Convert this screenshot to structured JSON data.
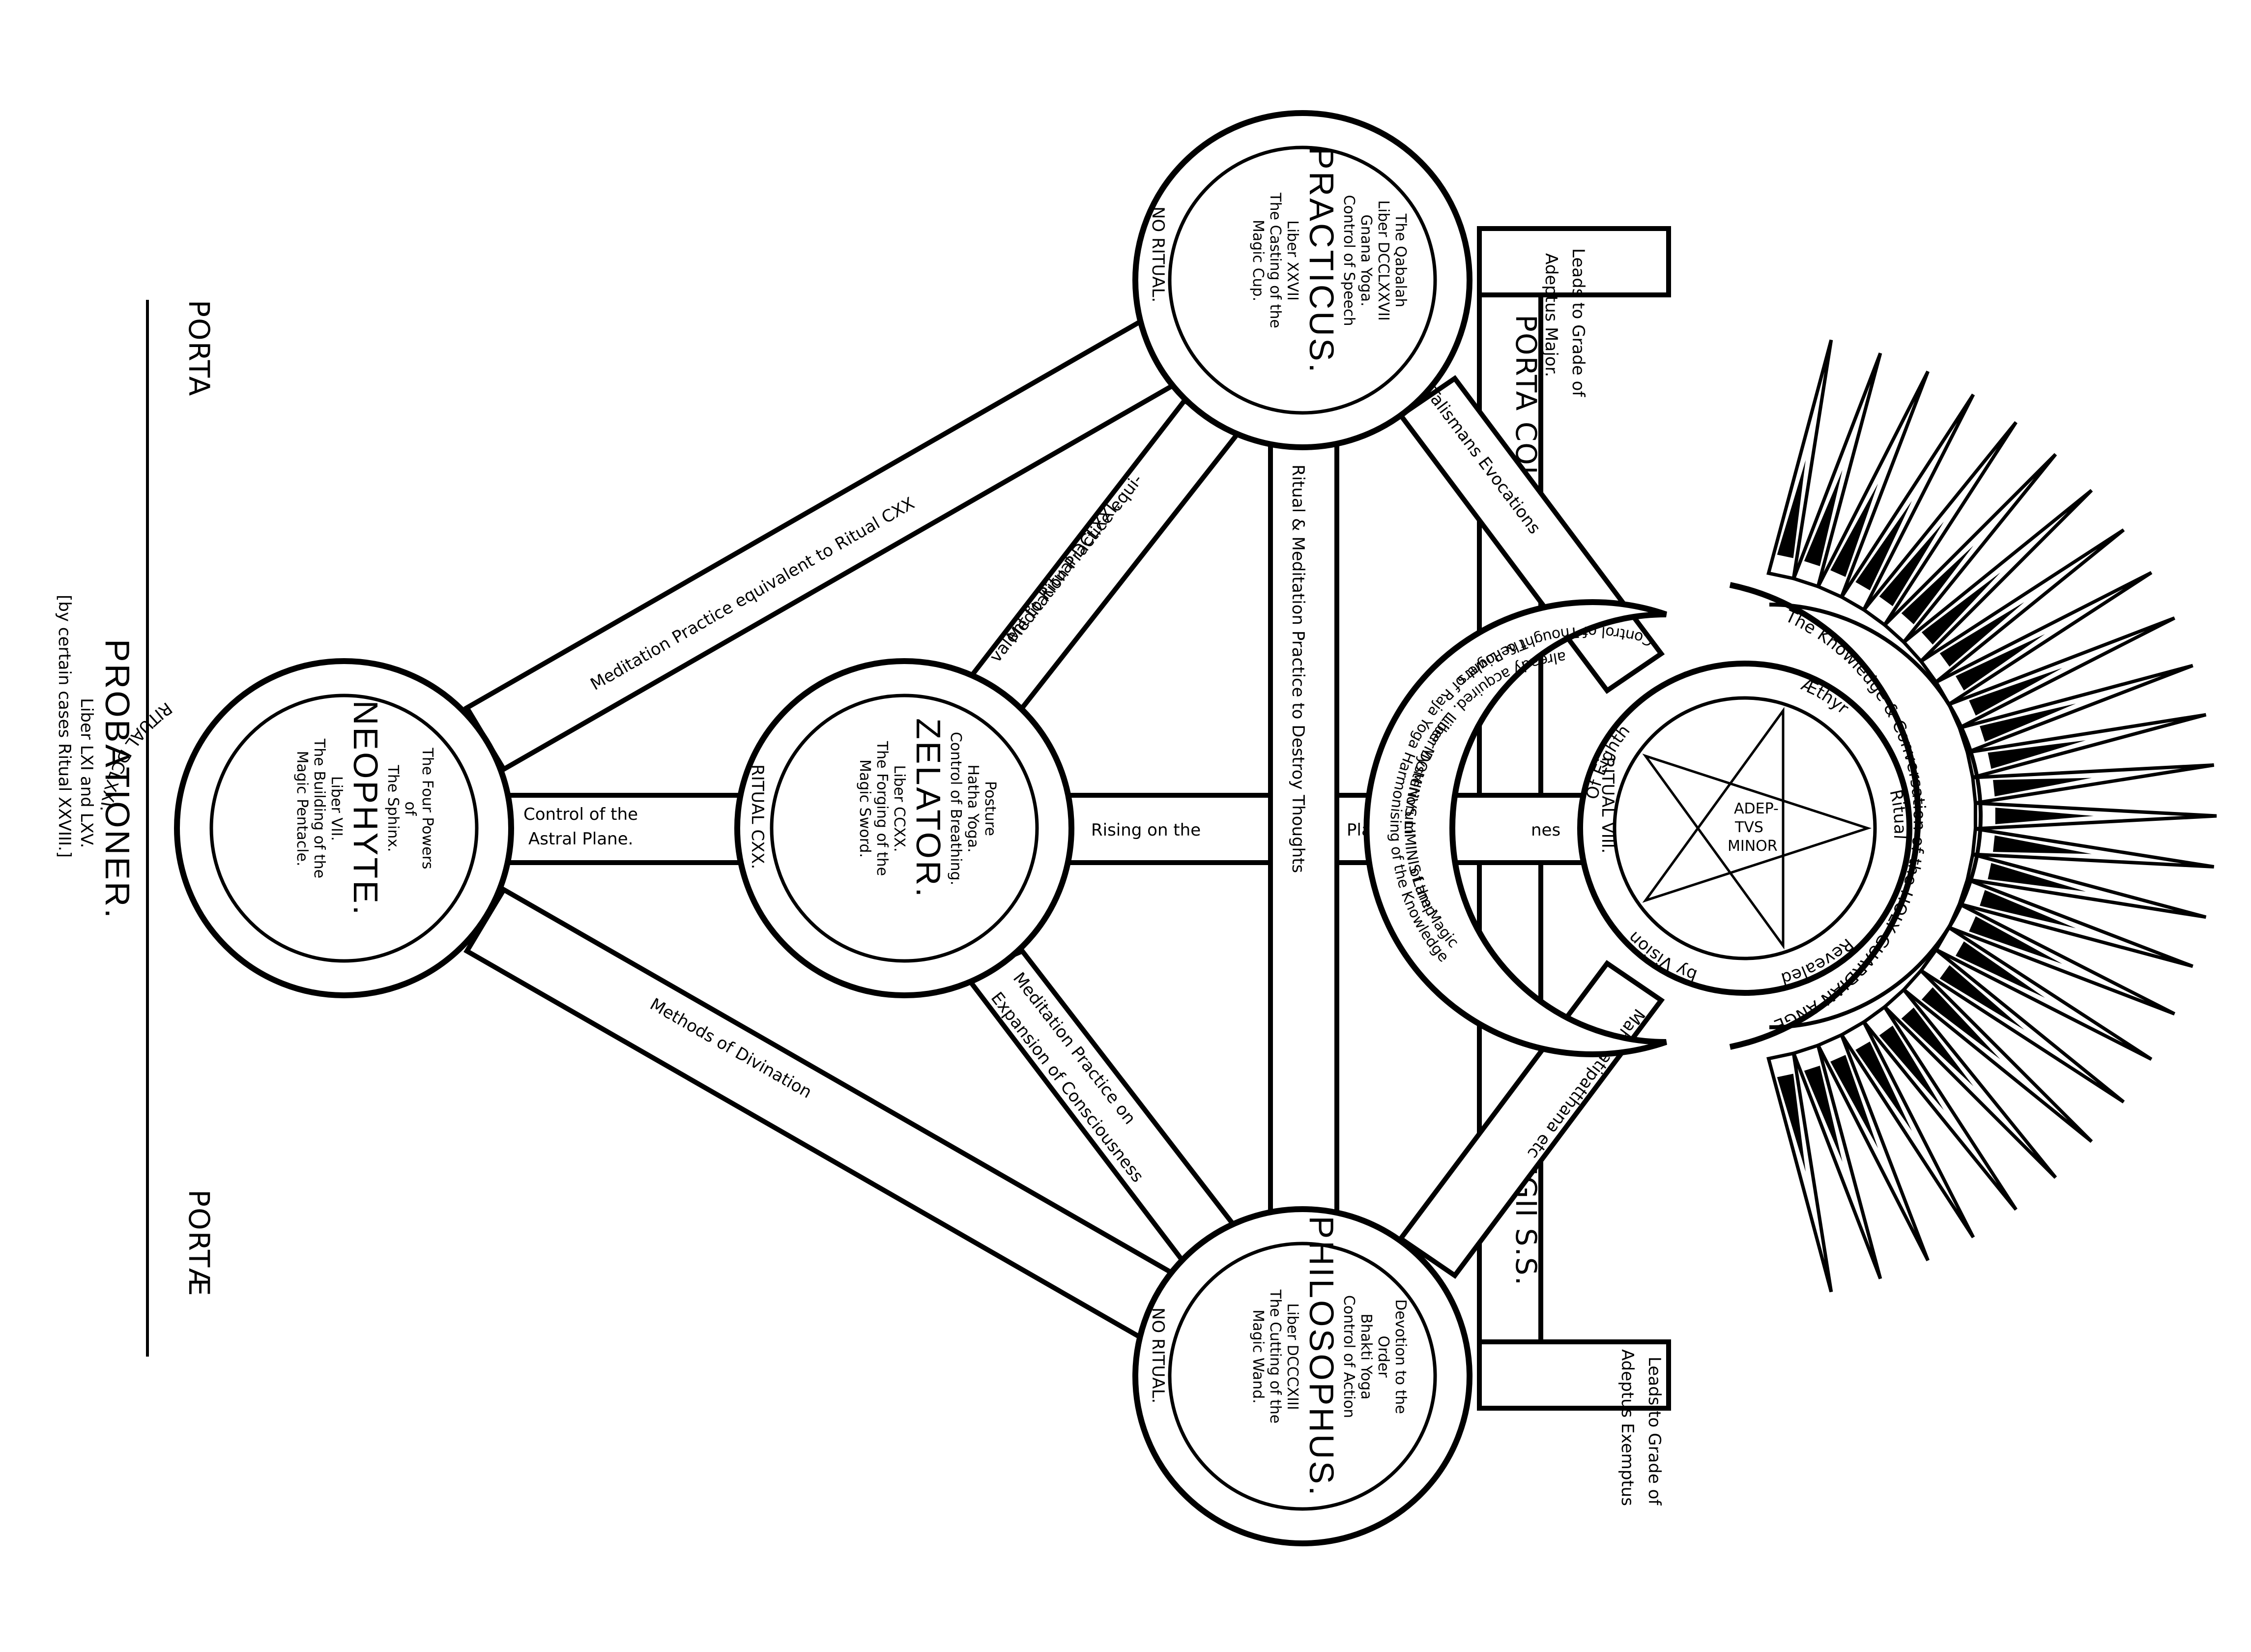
{
  "side_labels": {
    "porta": "PORTA",
    "portae": "PORTÆ",
    "probationer_title": "PROBATIONER.",
    "probationer_books": "Liber LXI and LXV.",
    "probationer_note": "[by certain cases Ritual XXVIII.]"
  },
  "grades": {
    "neophyte": {
      "title": "NEOPHYTE.",
      "lines": [
        "The Four Powers",
        "of",
        "The Sphinx.",
        "Liber VII.",
        "The Building of the",
        "Magic Pentacle."
      ],
      "ritual": "RITUAL DCLXXI."
    },
    "zelator": {
      "title": "ZELATOR.",
      "lines": [
        "Posture",
        "Hatha Yoga.",
        "Control of Breathing.",
        "Liber CCXX.",
        "The Forging of the",
        "Magic Sword."
      ],
      "ritual": "RITUAL CXX."
    },
    "practicus": {
      "title": "PRACTICUS.",
      "lines": [
        "The Qabalah",
        "Liber DCCLXXVII",
        "Gnana Yoga.",
        "Control of Speech",
        "Liber XXVII",
        "The Casting of the",
        "Magic Cup."
      ],
      "ritual": "NO RITUAL."
    },
    "philosophus": {
      "title": "PHILOSOPHUS.",
      "lines": [
        "Devotion to the",
        "Order",
        "Bhakti Yoga",
        "Control of Action",
        "Liber DCCCXIII",
        "The Cutting of the",
        "Magic Wand."
      ],
      "ritual": "NO RITUAL."
    },
    "adeptus_minor": {
      "center": [
        "ADEP-",
        "TVS",
        "MINOR"
      ],
      "ring_text": [
        "Of Eighth",
        "Æthyr",
        "Ritual",
        "Revealed",
        "by Vision"
      ],
      "ritual": "RITUAL VIII."
    }
  },
  "paths": {
    "neophyte_zelator": [
      "Control of the",
      "Astral Plane."
    ],
    "neophyte_practicus": "Meditation Practice equivalent to Ritual CXX",
    "neophyte_philosophus": "Methods of Divination",
    "zelator_practicus": [
      "Meditation Practice equi-",
      "valent to Ritual DCLXXI."
    ],
    "zelator_philosophus": [
      "Meditation Practice on",
      "Expansion of Consciousness"
    ],
    "zelator_adeptus": [
      "Rising on the",
      "Pla-",
      "nes"
    ],
    "practicus_philosophus": "Ritual & Meditation Practice to Destroy Thoughts",
    "practicus_adeptus": "Talismans Evocations",
    "philosophus_adeptus": "Mahasatipatthana etc"
  },
  "crescent_text": [
    "Control of Thought & Powers",
    "The Light of Raja Yoga Harmonising of the Knowledge",
    "already acquired. Liber Mysteriorum",
    "Liber DOMINVS LIMINIS Lamp",
    "of the Magic"
  ],
  "college": {
    "left": "PORTA COL-",
    "right": "LEGII S.S.",
    "leads_top": [
      "Leads to Grade of",
      "Adeptus Major."
    ],
    "leads_bottom": [
      "Leads to Grade of",
      "Adeptus Exemptus"
    ]
  },
  "sun_label": "The Knowledge & Conversation of the HOLY GUARDIAN ANGEL"
}
